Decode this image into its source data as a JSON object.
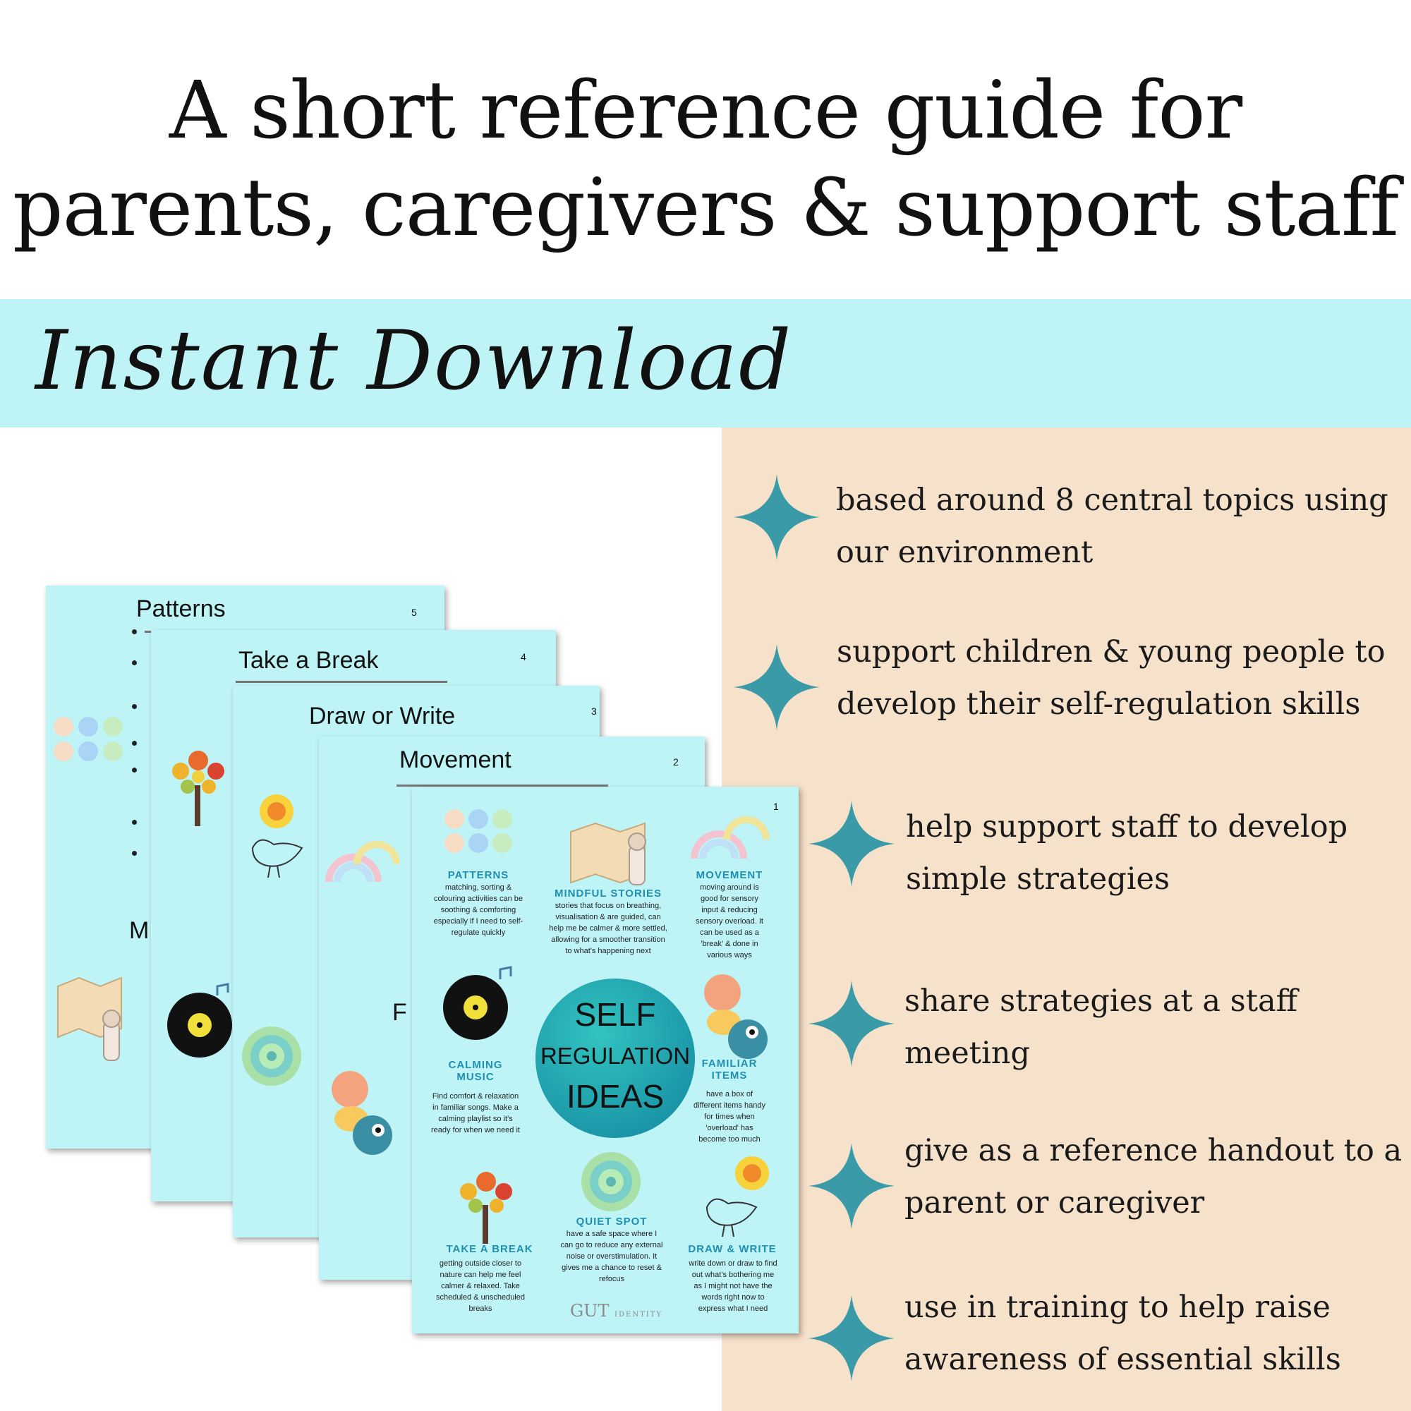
{
  "headline": {
    "line1": "A short reference guide for",
    "line2": "parents, caregivers & support staff"
  },
  "banner": {
    "text": "Instant Download"
  },
  "colors": {
    "banner": "#bff4f6",
    "panel": "#f6e1cb",
    "star": "#3a9aa8",
    "page": "#bff4f6",
    "accent_title": "#1f8fb3"
  },
  "features": [
    {
      "icon": "sparkle-icon",
      "line1": "based around 8 central topics using",
      "line2": "our environment"
    },
    {
      "icon": "sparkle-icon",
      "line1": "support children & young people to",
      "line2": "develop their self-regulation skills"
    },
    {
      "icon": "sparkle-icon",
      "line1": "help support staff to develop",
      "line2": "simple strategies"
    },
    {
      "icon": "sparkle-icon",
      "line1": "share strategies at a staff",
      "line2": "meeting"
    },
    {
      "icon": "sparkle-icon",
      "line1": "give as a reference handout to a",
      "line2": "parent or caregiver"
    },
    {
      "icon": "sparkle-icon",
      "line1": "use in training to help raise",
      "line2": "awareness of essential skills"
    }
  ],
  "pages": [
    {
      "title": "Patterns",
      "number": "5"
    },
    {
      "title": "Take a Break",
      "number": "4"
    },
    {
      "title": "Draw or Write",
      "number": "3"
    },
    {
      "title": "Movement",
      "number": "2"
    }
  ],
  "front_page": {
    "number": "1",
    "center": {
      "line1": "SELF",
      "line2": "REGULATION",
      "line3": "IDEAS"
    },
    "cells": {
      "patterns": {
        "title": "PATTERNS",
        "text": "matching, sorting & colouring activities can be soothing & comforting especially if I need to self-regulate quickly"
      },
      "mindful": {
        "title": "MINDFUL  STORIES",
        "text": "stories that focus on breathing, visualisation & are guided, can help me be calmer & more settled, allowing for a smoother transition to what's happening next"
      },
      "movement": {
        "title": "MOVEMENT",
        "text": "moving around is good for sensory input & reducing sensory overload. It can be used as a 'break' & done in various ways"
      },
      "calming": {
        "title": "CALMING MUSIC",
        "text": "Find comfort & relaxation in familiar songs. Make a calming playlist so it's ready for when we need it"
      },
      "familiar": {
        "title": "FAMILIAR ITEMS",
        "text": "have a box of different items handy for times when 'overload' has become too much"
      },
      "takebreak": {
        "title": "TAKE  A  BREAK",
        "text": "getting outside closer to nature can help me feel calmer & relaxed. Take scheduled & unscheduled breaks"
      },
      "quiet": {
        "title": "QUIET  SPOT",
        "text": "have a safe space where I can go to reduce any external noise or overstimulation. It gives me a chance to reset & refocus"
      },
      "draw": {
        "title": "DRAW & WRITE",
        "text": "write down or draw to find out what's bothering me as I might not have the words right now to express what I need"
      }
    },
    "logo": {
      "main": "GUT",
      "sub": "IDENTITY"
    }
  }
}
